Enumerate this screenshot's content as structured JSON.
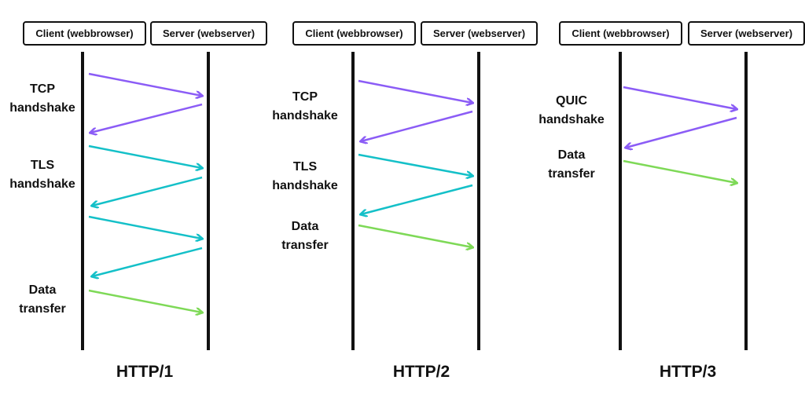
{
  "colors": {
    "line": "#111111",
    "handshake_tcp": "#8b5cf6",
    "handshake_tls": "#14c0c8",
    "data": "#7ed957"
  },
  "panels": [
    {
      "client_label": "Client (webbrowser)",
      "server_label": "Server (webserver)",
      "title": "HTTP/1",
      "labels": [
        {
          "line1": "TCP",
          "line2": "handshake"
        },
        {
          "line1": "TLS",
          "line2": "handshake"
        },
        {
          "line1": "Data",
          "line2": "transfer"
        }
      ]
    },
    {
      "client_label": "Client (webbrowser)",
      "server_label": "Server (webserver)",
      "title": "HTTP/2",
      "labels": [
        {
          "line1": "TCP",
          "line2": "handshake"
        },
        {
          "line1": "TLS",
          "line2": "handshake"
        },
        {
          "line1": "Data",
          "line2": "transfer"
        }
      ]
    },
    {
      "client_label": "Client (webbrowser)",
      "server_label": "Server (webserver)",
      "title": "HTTP/3",
      "labels": [
        {
          "line1": "QUIC",
          "line2": "handshake"
        },
        {
          "line1": "Data",
          "line2": "transfer"
        }
      ]
    }
  ]
}
